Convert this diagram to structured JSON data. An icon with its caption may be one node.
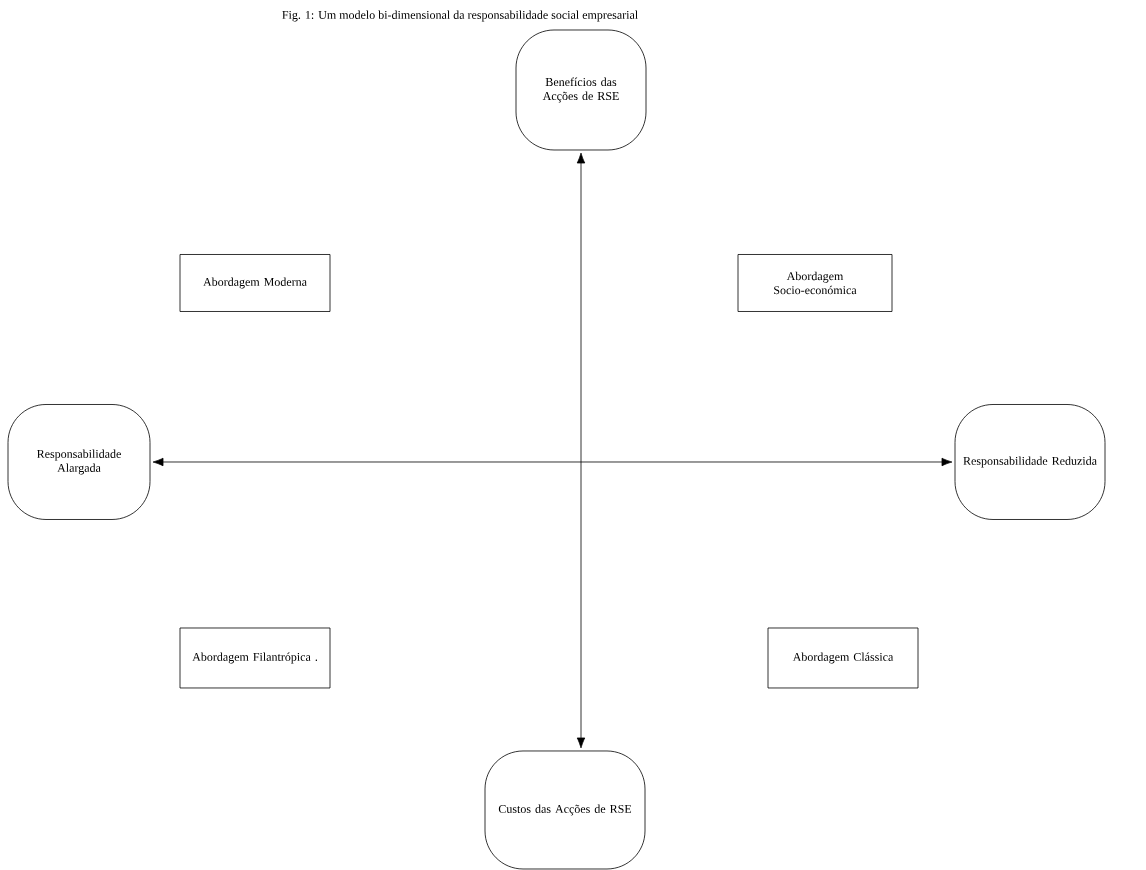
{
  "diagram": {
    "title": "Fig. 1: Um modelo bi-dimensional da responsabilidade social empresarial",
    "nodes": [
      {
        "text": [
          "Benefícios das Acções de RSE"
        ]
      },
      {
        "text": [
          "Abordagem Moderna"
        ]
      },
      {
        "text": [
          "Abordagem Socio-económica"
        ]
      },
      {
        "text": [
          "Responsabilidade Alargada"
        ]
      },
      {
        "text": [
          "Responsabilidade Reduzida"
        ]
      },
      {
        "text": [
          "Abordagem Filantrópica ."
        ]
      },
      {
        "text": [
          "Abordagem Clássica"
        ]
      },
      {
        "text": [
          "Custos das Acções de RSE"
        ]
      }
    ],
    "edges": [
      {
        "from": 0,
        "to": 7,
        "arrow": "both"
      },
      {
        "from": 3,
        "to": 4,
        "arrow": "both"
      }
    ]
  }
}
